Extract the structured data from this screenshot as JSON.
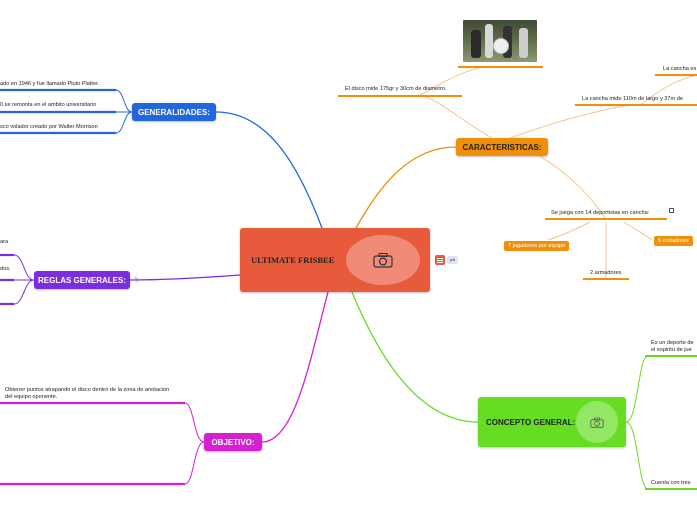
{
  "colors": {
    "central": "#e85a3c",
    "generalidades": "#2266dd",
    "reglas": "#7a2ee0",
    "objetivo": "#d61ed3",
    "caracteristicas": "#f0900a",
    "concepto": "#66dd22"
  },
  "central": {
    "title": "ULTIMATE FRISBEE",
    "icons": [
      "camera-icon",
      "notes-icon",
      "attachment-icon"
    ]
  },
  "generalidades": {
    "label": "GENERALIDADES:",
    "items": [
      "ado en 1946 y fue llamado Pluto Platter.",
      "0 se remonta en el ambito universitario",
      "sco volador creado por Walter Morrison"
    ]
  },
  "reglas": {
    "label": "REGLAS GENERALES:",
    "items": [
      "ara",
      "dos."
    ]
  },
  "objetivo": {
    "label": "OBJETIVO:",
    "items": [
      "Obtener puntos atrapando el disco dentro de la zona de anotacion del equipo oponente."
    ]
  },
  "caracteristicas": {
    "label": "CARACTERISTICAS:",
    "image_icon": "frisbee-photo",
    "disco": "El disco mide 175gr y 30cm de diametro.",
    "cancha_top": "La cancha es",
    "cancha": "La cancha mide 110m de largo y 37m de",
    "deportistas": "Se juega con 14 deportistas en cancha:",
    "jugadores": "7 jugadores por equipo",
    "cortadores": "5 cortadores",
    "armadores": "2 armadores"
  },
  "concepto": {
    "label": "CONCEPTO GENERAL:",
    "items": [
      "Es un deporte de\nel espiritu de jue",
      "Cuenta con tres"
    ]
  }
}
